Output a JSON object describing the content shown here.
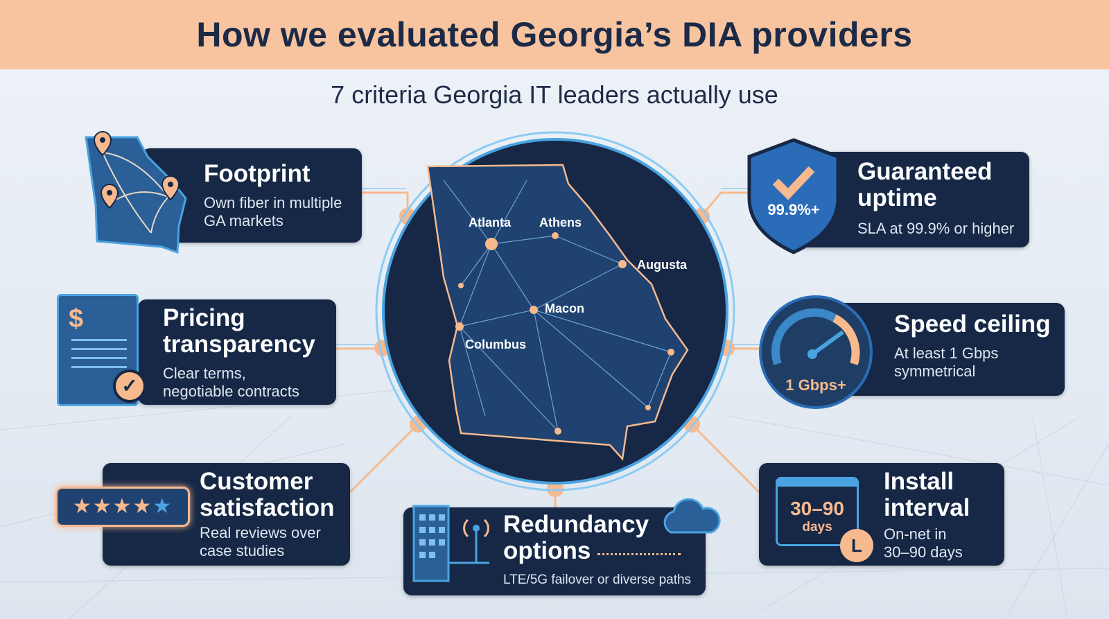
{
  "header": {
    "title": "How we evaluated Georgia’s DIA providers",
    "subtitle": "7 criteria Georgia IT leaders actually use"
  },
  "map": {
    "cities": [
      "Atlanta",
      "Athens",
      "Augusta",
      "Macon",
      "Columbus"
    ]
  },
  "criteria": [
    {
      "title": "Footprint",
      "desc1": "Own fiber in multiple",
      "desc2": "GA markets",
      "icon": "georgia-map-pins-icon"
    },
    {
      "title1": "Pricing",
      "title2": "transparency",
      "desc1": "Clear terms,",
      "desc2": "negotiable contracts",
      "icon": "contract-dollar-check-icon",
      "icon_text": "$"
    },
    {
      "title1": "Customer",
      "title2": "satisfaction",
      "desc1": "Real reviews over",
      "desc2": "case studies",
      "icon": "star-rating-bubble-icon",
      "rating": 5
    },
    {
      "title1": "Redundancy",
      "title2": "options",
      "desc": "LTE/5G failover or diverse paths",
      "icon": "building-antenna-cloud-icon"
    },
    {
      "title1": "Guaranteed",
      "title2": "uptime",
      "desc": "SLA at 99.9% or higher",
      "icon": "shield-check-icon",
      "badge": "99.9%+"
    },
    {
      "title": "Speed ceiling",
      "desc1": "At least 1 Gbps",
      "desc2": "symmetrical",
      "icon": "speedometer-icon",
      "badge": "1 Gbps+"
    },
    {
      "title1": "Install",
      "title2": "interval",
      "desc1": "On-net in",
      "desc2": "30–90 days",
      "icon": "calendar-clock-icon",
      "badge1": "30–90",
      "badge2": "days"
    }
  ],
  "colors": {
    "navy": "#162846",
    "accent": "#f7b98e",
    "blue": "#4aa3e0",
    "header": "#f8c4a0"
  }
}
